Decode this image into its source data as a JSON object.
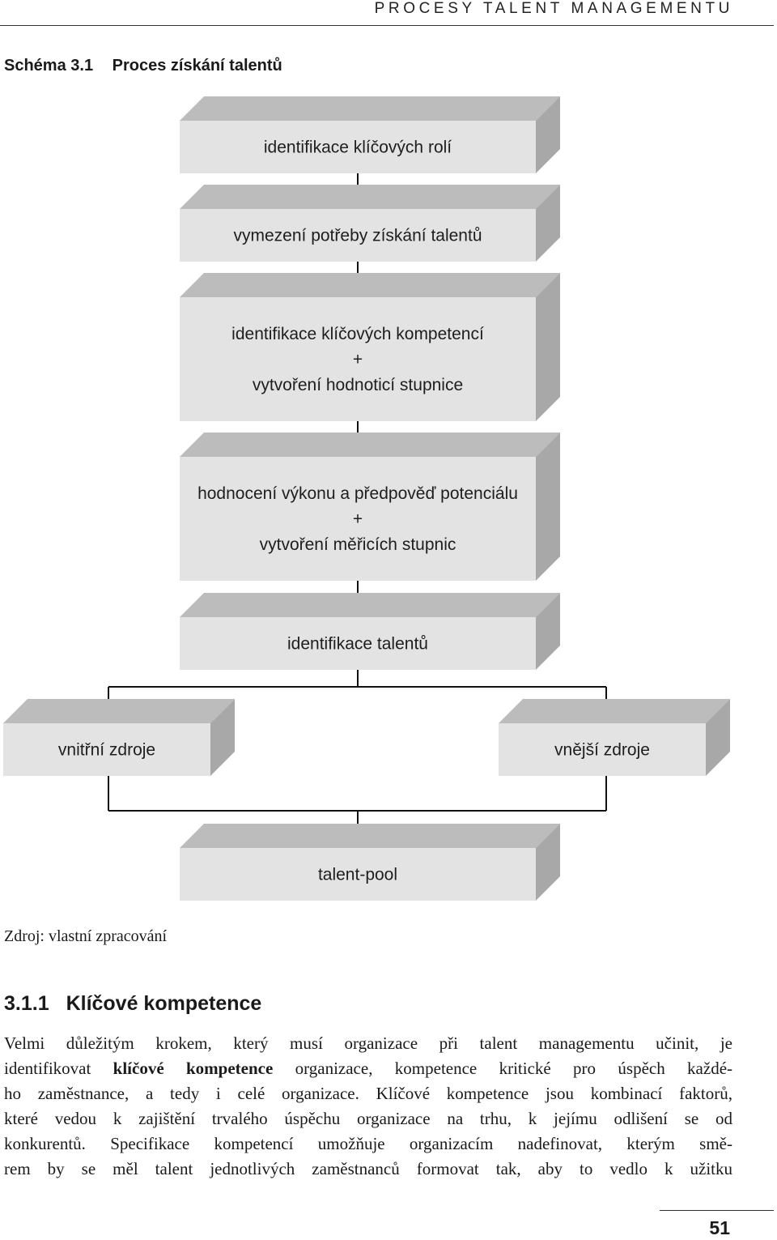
{
  "running_head": "PROCESY TALENT MANAGEMENTU",
  "figure": {
    "label": "Schéma 3.1",
    "title": "Proces získání talentů",
    "steps": [
      {
        "lines": [
          "identifikace klíčových rolí"
        ]
      },
      {
        "lines": [
          "vymezení potřeby získání talentů"
        ]
      },
      {
        "lines": [
          "identifikace klíčových kompetencí",
          "+",
          "vytvoření hodnoticí stupnice"
        ]
      },
      {
        "lines": [
          "hodnocení výkonu a předpověď potenciálu",
          "+",
          "vytvoření měřicích stupnic"
        ]
      },
      {
        "lines": [
          "identifikace talentů"
        ]
      }
    ],
    "branches": [
      {
        "lines": [
          "vnitřní zdroje"
        ]
      },
      {
        "lines": [
          "vnější zdroje"
        ]
      }
    ],
    "final": {
      "lines": [
        "talent-pool"
      ]
    },
    "source": "Zdroj: vlastní zpracování"
  },
  "section": {
    "number": "3.1.1",
    "title": "Klíčové kompetence"
  },
  "body_lines": [
    [
      "Velmi důležitým krokem, který musí organizace při talent managementu učinit, je"
    ],
    [
      "identifikovat ",
      {
        "b": "klíčové kompetence"
      },
      " organizace, kompetence kritické pro úspěch každé-"
    ],
    [
      "ho zaměstnance, a tedy i celé organizace. Klíčové kompetence jsou kombinací faktorů,"
    ],
    [
      "které vedou k zajištění trvalého úspěchu organizace na trhu, k jejímu odlišení se od"
    ],
    [
      "konkurentů. Specifikace kompetencí umožňuje organizacím nadefinovat, kterým smě-"
    ],
    [
      "rem by se měl talent jednotlivých zaměstnanců formovat tak, aby to vedlo k užitku"
    ]
  ],
  "page_number": "51"
}
